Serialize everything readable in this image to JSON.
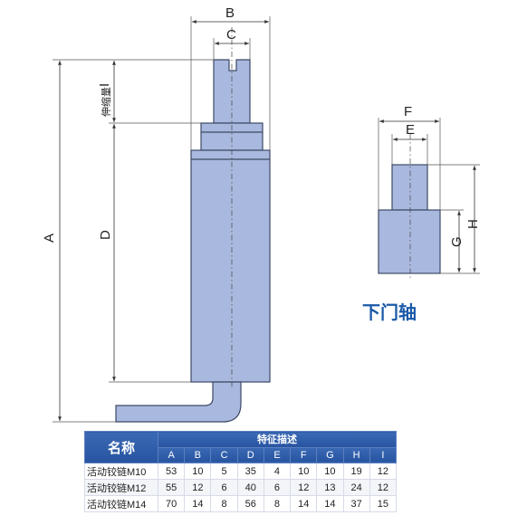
{
  "dimension_labels": {
    "A": "A",
    "B": "B",
    "C": "C",
    "D": "D",
    "E": "E",
    "F": "F",
    "G": "G",
    "H": "H",
    "I": "I",
    "stroke_label": "伸缩量"
  },
  "lower_pin_caption": "下门轴",
  "table": {
    "name_header": "名称",
    "group_header": "特征描述",
    "columns": [
      "A",
      "B",
      "C",
      "D",
      "E",
      "F",
      "G",
      "H",
      "I"
    ],
    "rows": [
      {
        "name": "活动铰链M10",
        "values": [
          "53",
          "10",
          "5",
          "35",
          "4",
          "10",
          "10",
          "19",
          "12"
        ]
      },
      {
        "name": "活动铰链M12",
        "values": [
          "55",
          "12",
          "6",
          "40",
          "6",
          "12",
          "13",
          "24",
          "12"
        ]
      },
      {
        "name": "活动铰链M14",
        "values": [
          "70",
          "14",
          "8",
          "56",
          "8",
          "14",
          "14",
          "37",
          "15"
        ]
      }
    ]
  },
  "colors": {
    "part_fill": "#a9b8de",
    "part_stroke": "#3d4a66",
    "header_blue": "#2f5fae",
    "caption_blue": "#1b5aa8"
  }
}
